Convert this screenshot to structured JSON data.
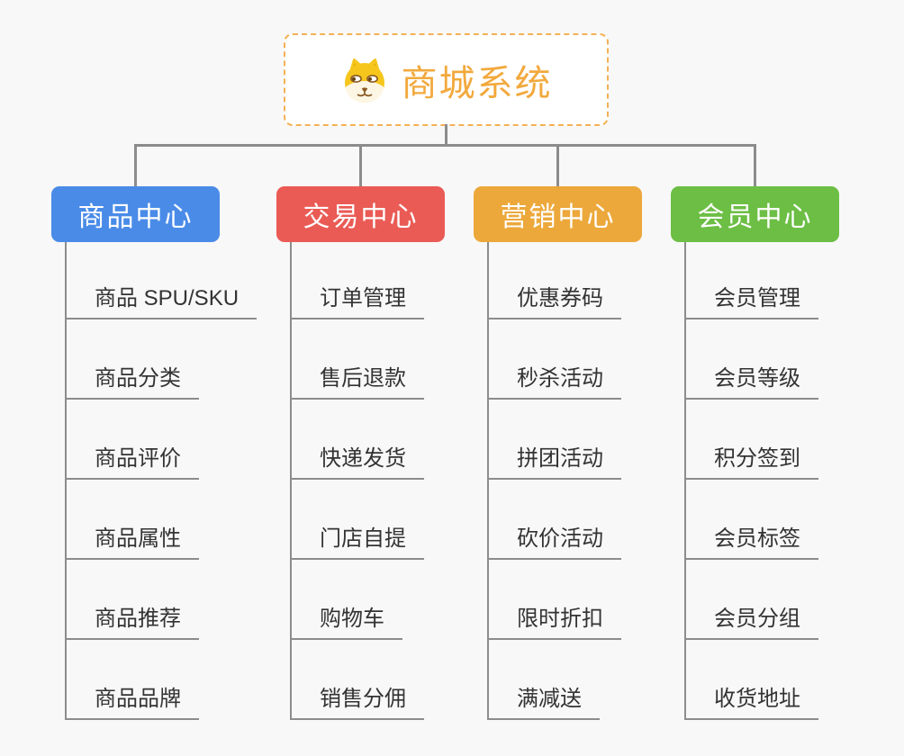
{
  "root": {
    "label": "商城系统",
    "icon": "dog-face-icon",
    "text_color": "#f2a93d",
    "border_color": "#f4b056"
  },
  "connector_color": "#8c8c8c",
  "child_text_color": "#333333",
  "branches": [
    {
      "label": "商品中心",
      "color": "#4a8be8",
      "children": [
        "商品 SPU/SKU",
        "商品分类",
        "商品评价",
        "商品属性",
        "商品推荐",
        "商品品牌"
      ]
    },
    {
      "label": "交易中心",
      "color": "#ea5b55",
      "children": [
        "订单管理",
        "售后退款",
        "快递发货",
        "门店自提",
        "购物车",
        "销售分佣"
      ]
    },
    {
      "label": "营销中心",
      "color": "#eca83b",
      "children": [
        "优惠券码",
        "秒杀活动",
        "拼团活动",
        "砍价活动",
        "限时折扣",
        "满减送"
      ]
    },
    {
      "label": "会员中心",
      "color": "#6cbe44",
      "children": [
        "会员管理",
        "会员等级",
        "积分签到",
        "会员标签",
        "会员分组",
        "收货地址"
      ]
    }
  ]
}
